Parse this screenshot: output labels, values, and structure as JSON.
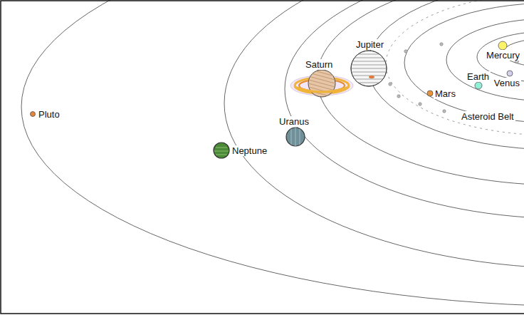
{
  "diagram": {
    "labels": [
      "Mercury",
      "Venus",
      "Earth",
      "Mars",
      "Asteroid Belt",
      "Jupiter",
      "Saturn",
      "Uranus",
      "Neptune",
      "Pluto"
    ]
  }
}
